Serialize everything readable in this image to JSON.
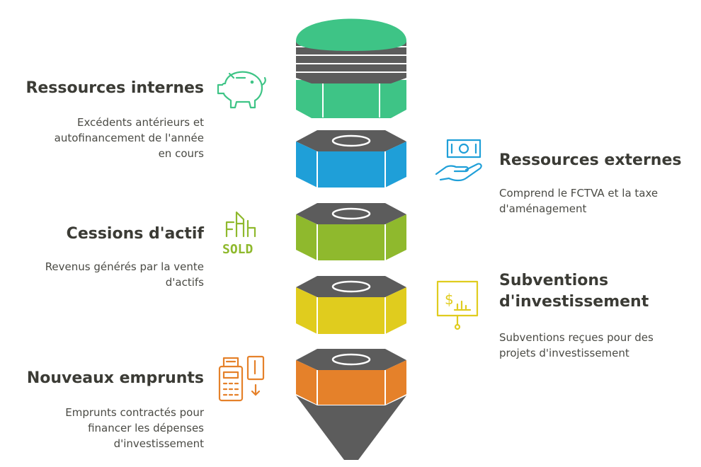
{
  "items": [
    {
      "title": "Ressources internes",
      "description": "Excédents antérieurs et autofinancement de l'année en cours",
      "desc_lines": [
        "Excédents antérieurs et",
        "autofinancement de l'année",
        "en cours"
      ],
      "icon": "piggy-bank-icon",
      "color": "#3ec486"
    },
    {
      "title": "Ressources externes",
      "description": "Comprend le FCTVA et la taxe d'aménagement",
      "desc_lines": [
        "Comprend le FCTVA et la taxe",
        "d'aménagement"
      ],
      "icon": "money-hand-icon",
      "color": "#1f9fd8"
    },
    {
      "title": "Cessions d'actif",
      "description": "Revenus générés par la vente d'actifs",
      "desc_lines": [
        "Revenus générés par la vente",
        "d'actifs"
      ],
      "icon": "sold-building-icon",
      "color": "#8fb92d"
    },
    {
      "title": "Subventions d'investissement",
      "title_lines": [
        "Subventions",
        "d'investissement"
      ],
      "description": "Subventions reçues pour des projets d'investissement",
      "desc_lines": [
        "Subventions reçues pour des",
        "projets d'investissement"
      ],
      "icon": "presentation-chart-icon",
      "color": "#e0cc1e"
    },
    {
      "title": "Nouveaux emprunts",
      "description": "Emprunts contractés pour financer les dépenses d'investissement",
      "desc_lines": [
        "Emprunts contractés pour",
        "financer les dépenses",
        "d'investissement"
      ],
      "icon": "calculator-card-icon",
      "color": "#e5812a"
    }
  ],
  "colors": {
    "dark_gray": "#5c5c5c",
    "text_title": "#3b3b35",
    "text_body": "#4a4a44"
  }
}
